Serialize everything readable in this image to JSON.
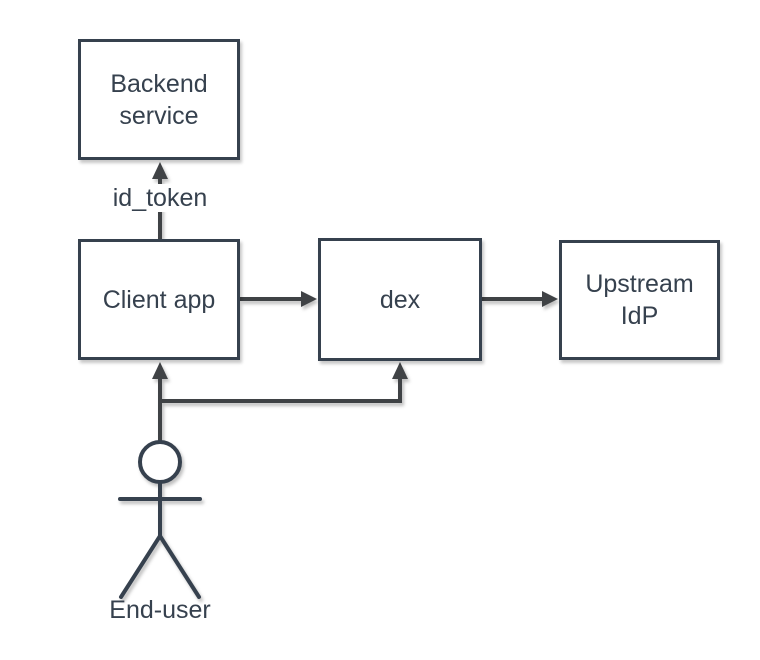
{
  "diagram": {
    "nodes": {
      "backend_service": {
        "label": "Backend\nservice"
      },
      "client_app": {
        "label": "Client app"
      },
      "dex": {
        "label": "dex"
      },
      "upstream_idp": {
        "label": "Upstream\nIdP"
      }
    },
    "actor": {
      "label": "End-user"
    },
    "edges": [
      {
        "from": "Client app",
        "to": "Backend service",
        "label": "id_token",
        "direction": "up"
      },
      {
        "from": "Client app",
        "to": "dex",
        "label": "",
        "direction": "right"
      },
      {
        "from": "dex",
        "to": "Upstream IdP",
        "label": "",
        "direction": "right"
      },
      {
        "from": "End-user",
        "to": "Client app",
        "label": "",
        "direction": "up"
      },
      {
        "from": "End-user",
        "to": "dex",
        "label": "",
        "direction": "up"
      }
    ],
    "colors": {
      "background": "#ffffff",
      "node_fill": "#ffffff",
      "node_border": "#36414e",
      "text": "#36414e",
      "edge": "#3f4245"
    }
  }
}
